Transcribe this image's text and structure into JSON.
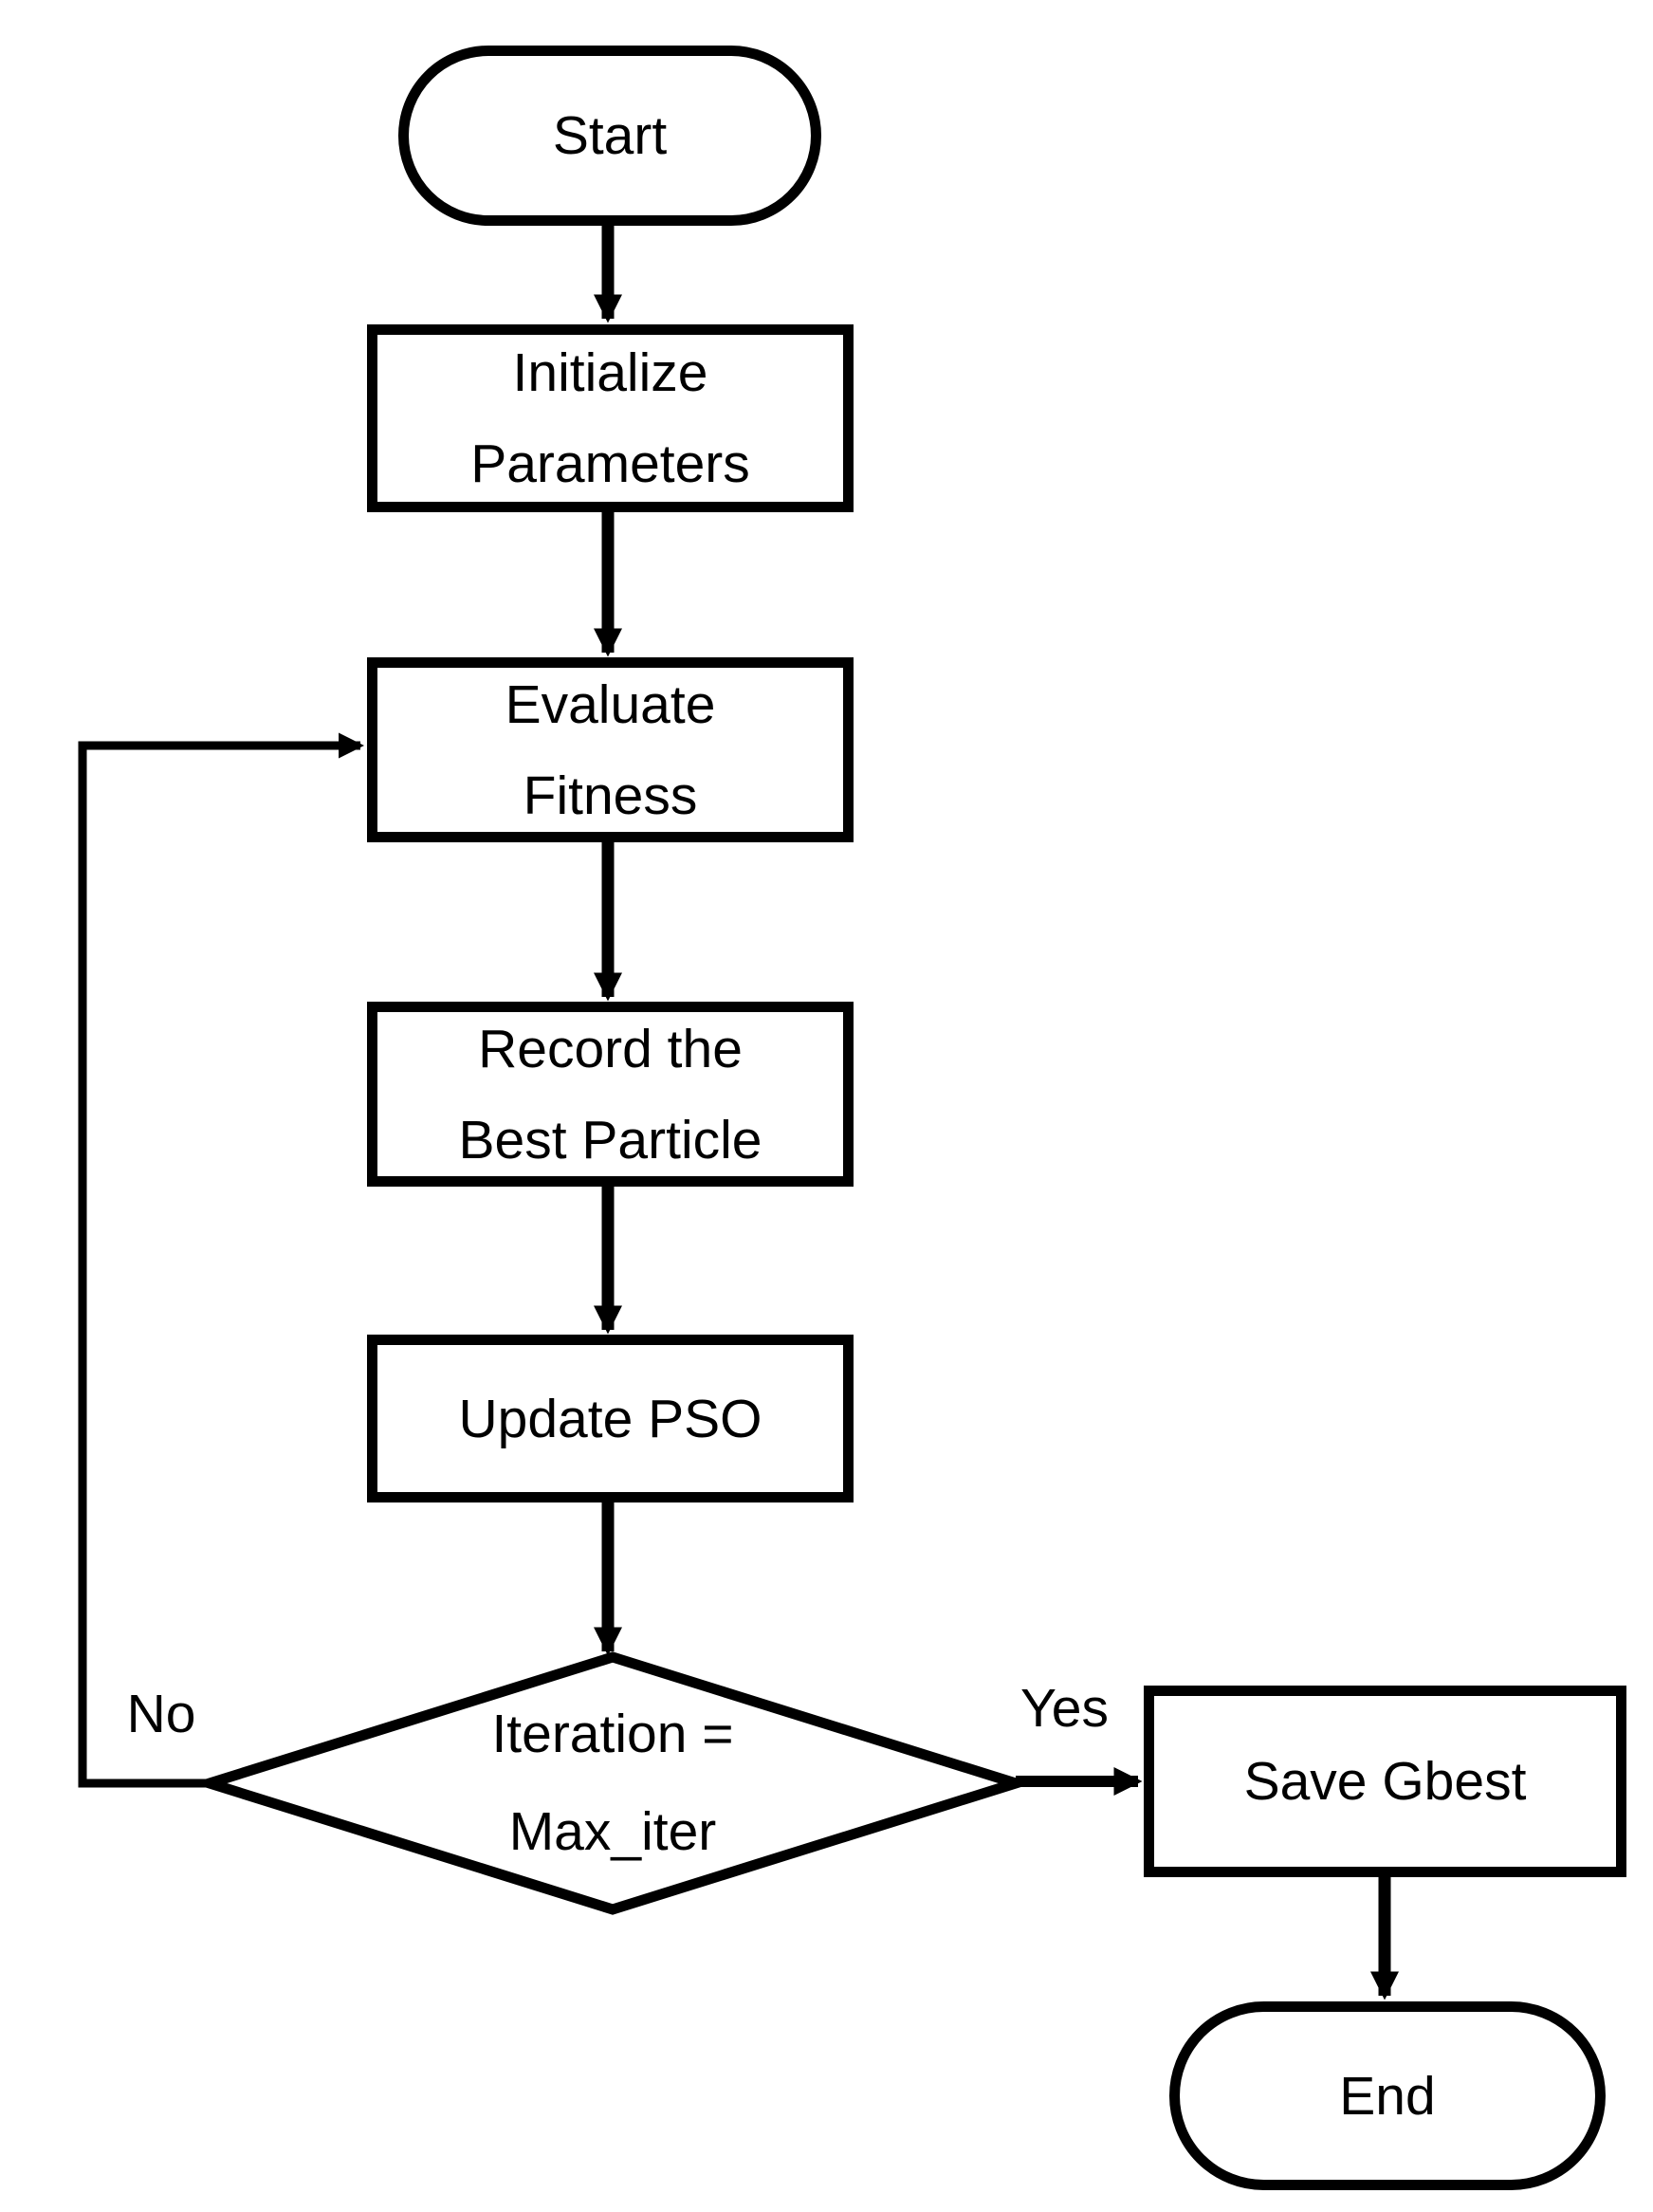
{
  "flowchart": {
    "nodes": {
      "start": {
        "label": "Start",
        "type": "terminator"
      },
      "initialize": {
        "line1": "Initialize",
        "line2": "Parameters",
        "type": "process"
      },
      "evaluate": {
        "line1": "Evaluate",
        "line2": "Fitness",
        "type": "process"
      },
      "record": {
        "line1": "Record the",
        "line2": "Best Particle",
        "type": "process"
      },
      "update": {
        "label": "Update PSO",
        "type": "process"
      },
      "decision": {
        "line1": "Iteration =",
        "line2": "Max_iter",
        "type": "decision"
      },
      "save": {
        "label": "Save Gbest",
        "type": "process"
      },
      "end": {
        "label": "End",
        "type": "terminator"
      }
    },
    "branches": {
      "no": {
        "label": "No"
      },
      "yes": {
        "label": "Yes"
      }
    },
    "colors": {
      "stroke": "#000000",
      "background": "#ffffff"
    }
  }
}
